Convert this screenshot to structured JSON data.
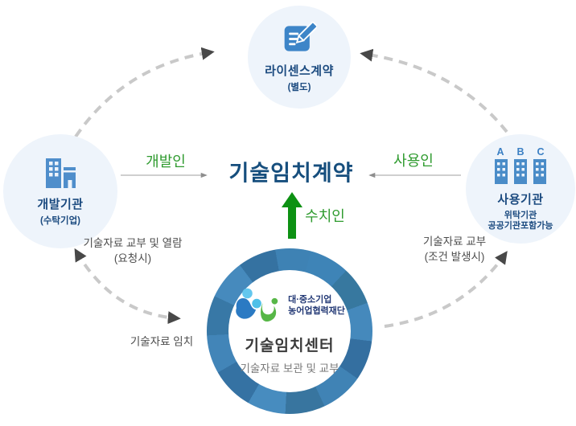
{
  "nodes": {
    "license": {
      "title": "라이센스계약",
      "subtitle": "(별도)"
    },
    "developer": {
      "title": "개발기관",
      "subtitle": "(수탁기업)"
    },
    "user": {
      "title": "사용기관",
      "subtitle1": "위탁기관",
      "subtitle2": "공공기관포함가능",
      "buildings": [
        "A",
        "B",
        "C"
      ]
    },
    "contract": {
      "title": "기술임치계약"
    },
    "escrow": {
      "org_line1": "대·중소기업",
      "org_line2": "농어업협력재단",
      "title": "기술임치센터",
      "subtitle": "기술자료 보관 및 교부"
    }
  },
  "edges": {
    "developer_role": "개발인",
    "user_role": "사용인",
    "depositor_role": "수치인",
    "left_flow_line1": "기술자료 교부 및 열람",
    "left_flow_line2": "(요청시)",
    "deposit_flow": "기술자료 임치",
    "right_flow_line1": "기술자료 교부",
    "right_flow_line2": "(조건 발생시)"
  },
  "colors": {
    "accent_blue": "#3d85c8",
    "navy": "#164e7d",
    "green": "#2f9b2f",
    "dark_green": "#0d9113",
    "ring_blue": "#3b7fb2",
    "node_bg": "#eef4fb"
  }
}
